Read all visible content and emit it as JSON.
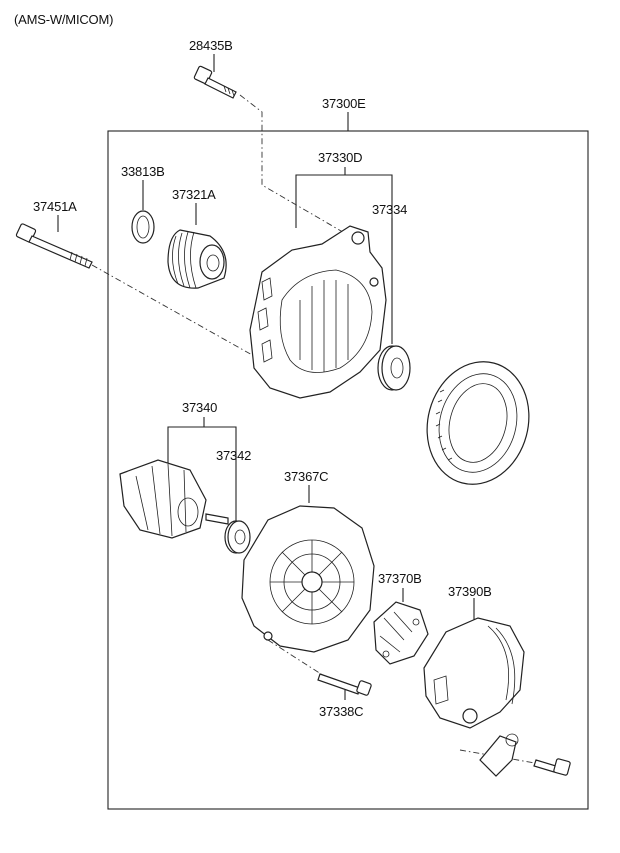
{
  "header": {
    "variant": "(AMS-W/MICOM)"
  },
  "parts": [
    {
      "id": "28435B"
    },
    {
      "id": "37300E"
    },
    {
      "id": "33813B"
    },
    {
      "id": "37321A"
    },
    {
      "id": "37330D"
    },
    {
      "id": "37451A"
    },
    {
      "id": "37334"
    },
    {
      "id": "37340"
    },
    {
      "id": "37342"
    },
    {
      "id": "37367C"
    },
    {
      "id": "37370B"
    },
    {
      "id": "37390B"
    },
    {
      "id": "37338C"
    }
  ]
}
